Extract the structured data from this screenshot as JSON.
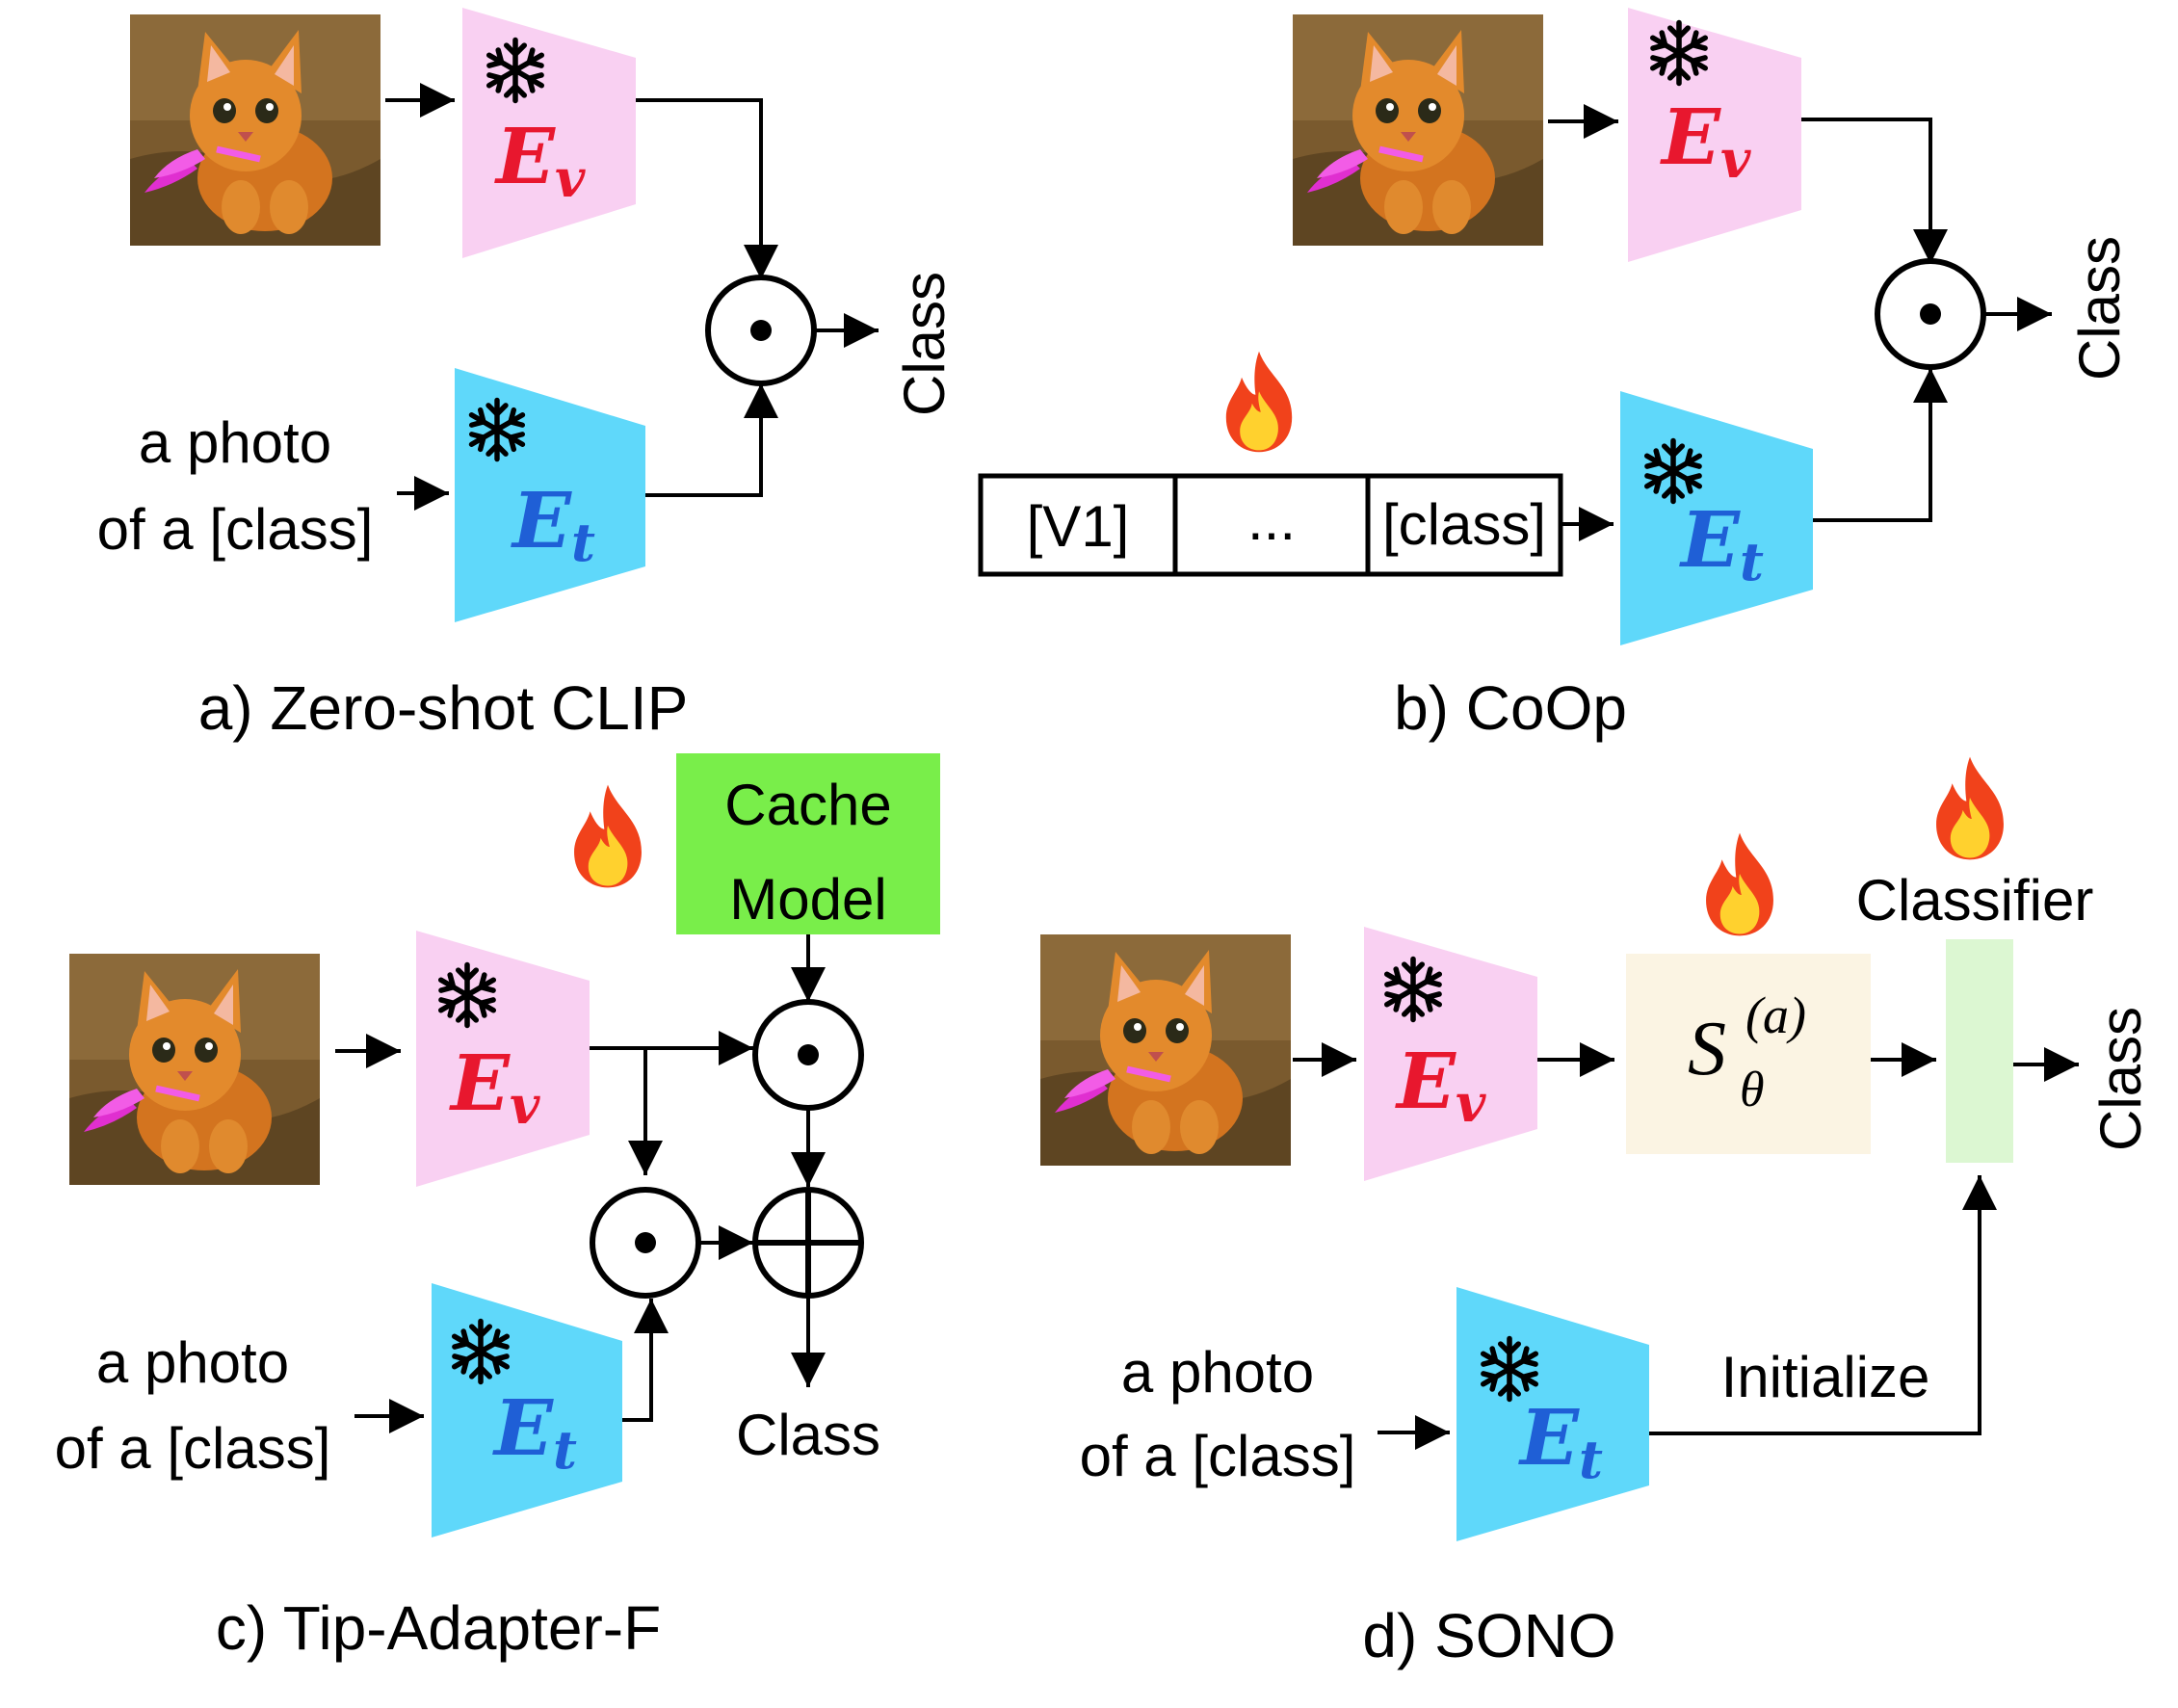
{
  "panels": {
    "a": {
      "caption": "a) Zero-shot CLIP",
      "prompt_line1": "a photo",
      "prompt_line2": "of a [class]",
      "output": "Class"
    },
    "b": {
      "caption": "b) CoOp",
      "tokens": [
        "[V1]",
        "...",
        "[class]"
      ],
      "output": "Class"
    },
    "c": {
      "caption": "c) Tip-Adapter-F",
      "cache_line1": "Cache",
      "cache_line2": "Model",
      "prompt_line1": "a photo",
      "prompt_line2": "of a [class]",
      "output": "Class"
    },
    "d": {
      "caption": "d) SONO",
      "classifier_label": "Classifier",
      "initialize_label": "Initialize",
      "prompt_line1": "a photo",
      "prompt_line2": "of a [class]",
      "output": "Class",
      "module_base": "S",
      "module_sub": "θ",
      "module_sup": "(a)"
    }
  },
  "encoders": {
    "visual_letter": "E",
    "visual_sub": "v",
    "text_letter": "E",
    "text_sub": "t"
  },
  "colors": {
    "visual_encoder": "#F9D0F2",
    "text_encoder": "#5FD8FA",
    "visual_label": "#E8172E",
    "text_label": "#1F5FD6",
    "cache_model": "#79EE4A",
    "sono_module": "#FBF4E3",
    "classifier": "#DCF7D2",
    "fire_outer": "#F1421B",
    "fire_inner": "#FFD12E"
  },
  "icons": [
    "cat-photo",
    "snowflake-icon",
    "fire-icon",
    "dot-product-icon",
    "sum-icon"
  ]
}
